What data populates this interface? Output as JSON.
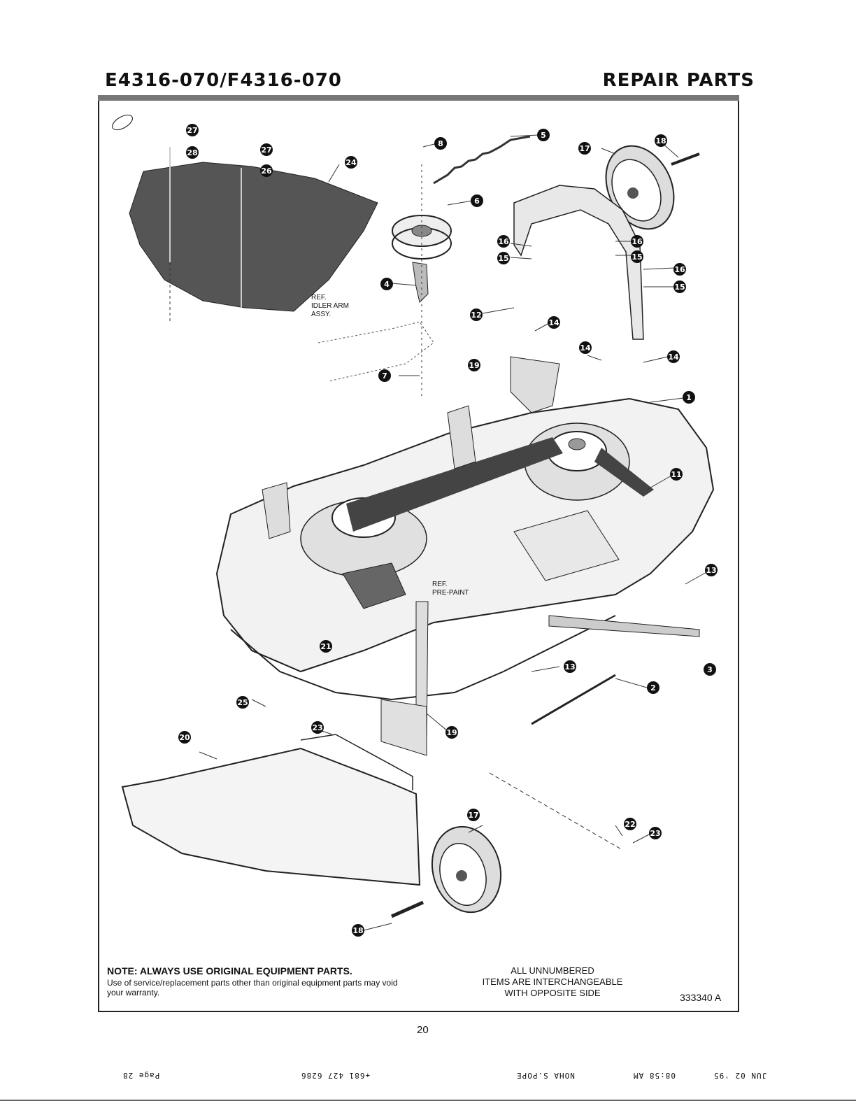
{
  "header": {
    "model": "E4316-070/F4316-070",
    "section": "REPAIR PARTS"
  },
  "diagram": {
    "callouts": [
      "1",
      "2",
      "3",
      "4",
      "5",
      "6",
      "7",
      "8",
      "11",
      "12",
      "13",
      "14",
      "15",
      "16",
      "17",
      "18",
      "19",
      "20",
      "21",
      "22",
      "23",
      "24",
      "25",
      "26",
      "27",
      "28"
    ],
    "labels": {
      "ref_idler": [
        "REF.",
        "IDLER ARM",
        "ASSY."
      ],
      "ref_prepaint": [
        "REF.",
        "PRE-PAINT"
      ]
    }
  },
  "footer": {
    "note_heading": "NOTE: ALWAYS USE ORIGINAL EQUIPMENT PARTS.",
    "note_body": "Use of service/replacement parts other than original equipment parts may void your warranty.",
    "unnumbered": [
      "ALL UNNUMBERED",
      "ITEMS ARE INTERCHANGEABLE",
      "WITH OPPOSITE SIDE"
    ],
    "drawing_number": "333340 A",
    "page_number": "20"
  },
  "fax_line": {
    "date": "JUN 02 '95",
    "time": "08:58 AM",
    "sender": "NOHA S.POPE",
    "phone": "+681 427 6286",
    "page": "Page 28"
  }
}
